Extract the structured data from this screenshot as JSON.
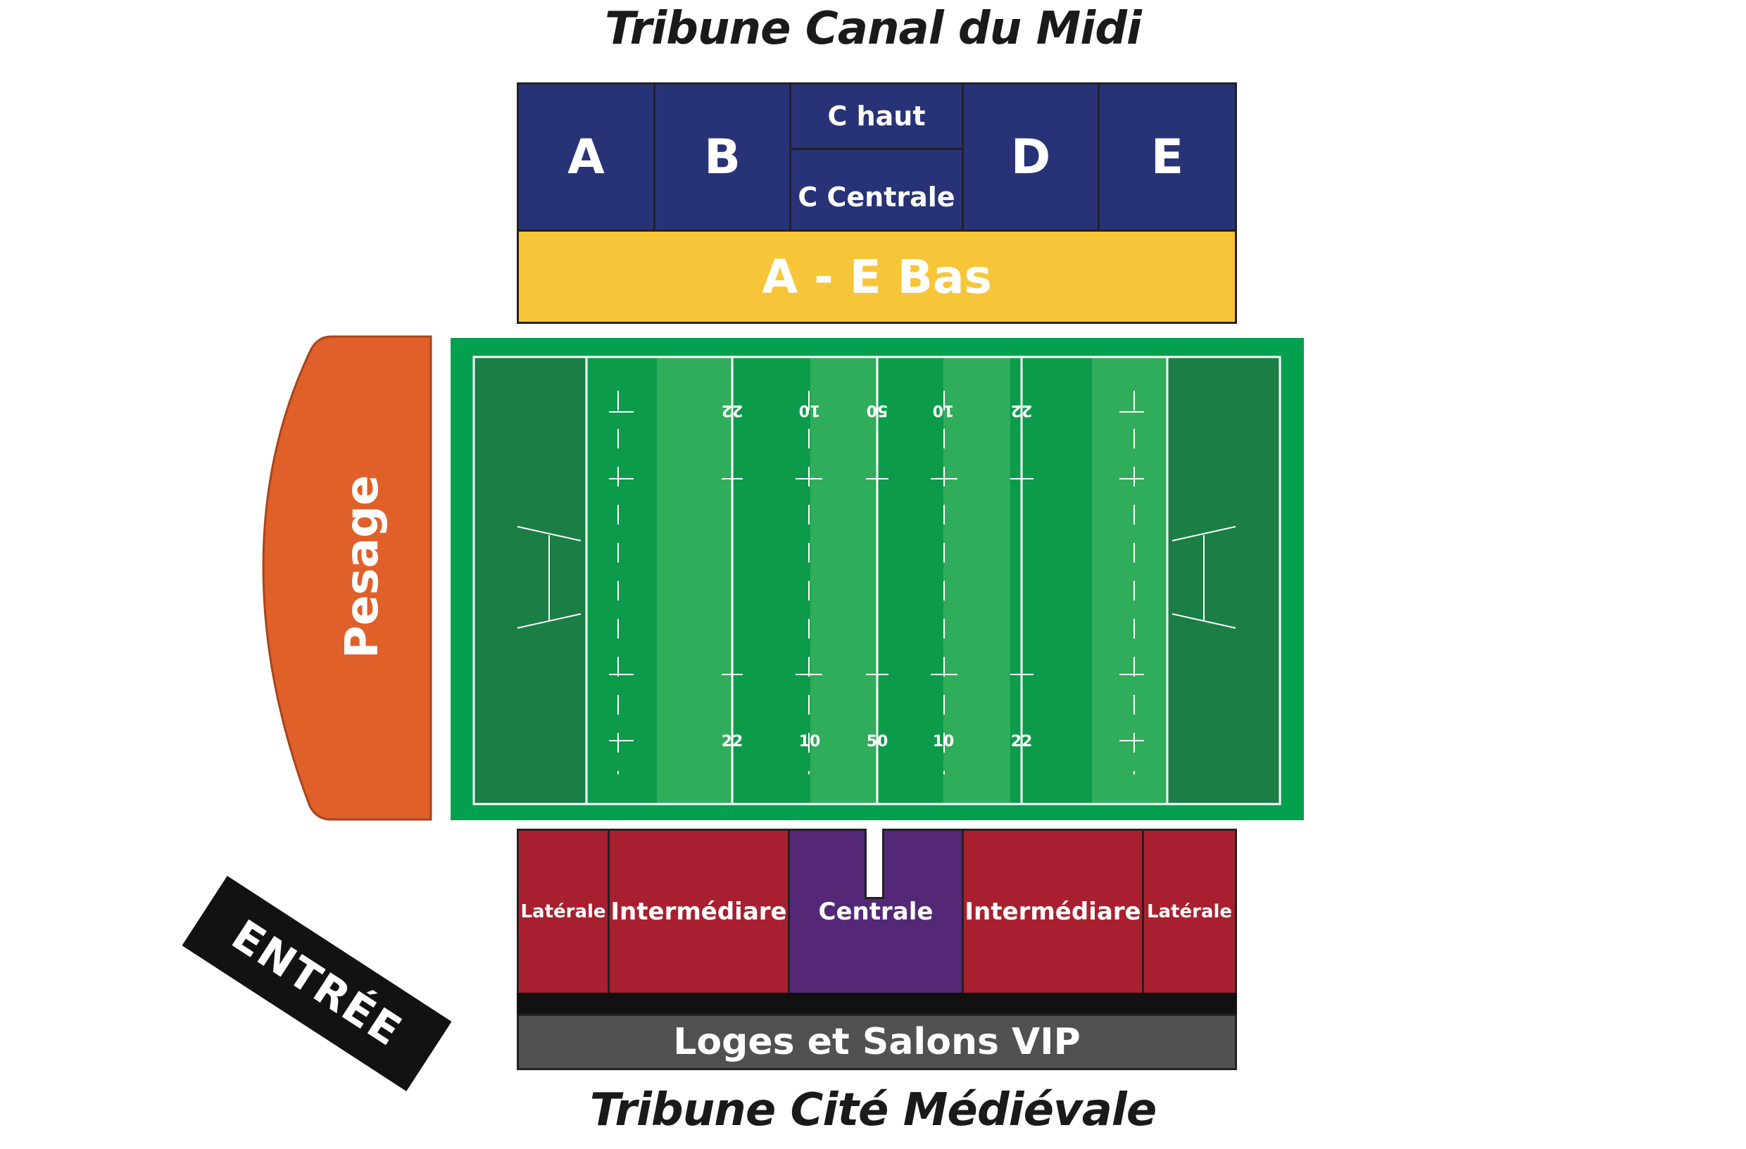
{
  "titles": {
    "north": "Tribune Canal du Midi",
    "south": "Tribune Cité Médiévale"
  },
  "north_stand": {
    "blocks": [
      "A",
      "B",
      "C haut",
      "C Centrale",
      "D",
      "E"
    ],
    "lower": "A - E Bas"
  },
  "west_stand": {
    "label": "Pesage"
  },
  "south_stand": {
    "blocks": [
      "Latérale",
      "Intermédiare",
      "Centrale",
      "Intermédiare",
      "Latérale"
    ],
    "vip": "Loges et Salons VIP"
  },
  "entrance": {
    "label": "ENTRÉE"
  },
  "pitch": {
    "top_markings": [
      "22",
      "10",
      "50",
      "10",
      "22"
    ],
    "bottom_markings": [
      "22",
      "10",
      "50",
      "10",
      "22"
    ]
  },
  "colors": {
    "north": "#283377",
    "lower": "#f7c638",
    "pesage": "#e0602a",
    "lateral": "#a8202f",
    "centrale": "#542877",
    "vip": "#515151",
    "pitch": "#03a04f"
  }
}
